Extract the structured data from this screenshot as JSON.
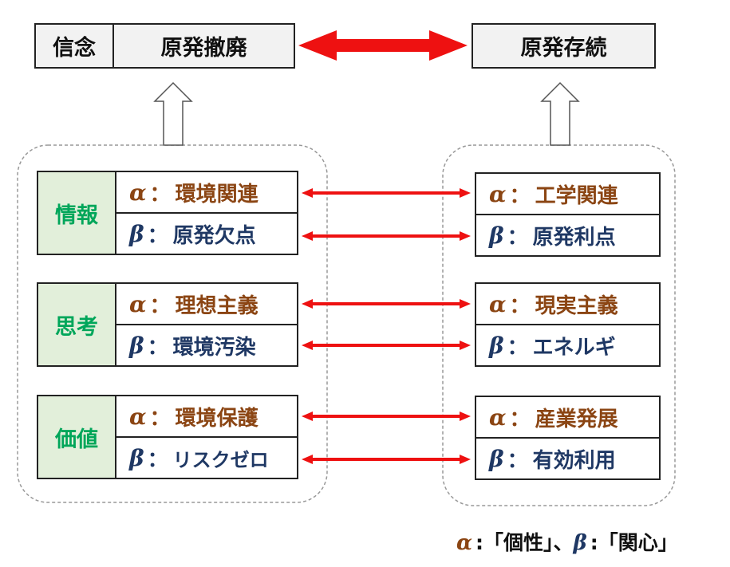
{
  "colors": {
    "alpha": "#8b4513",
    "beta": "#1f3864",
    "category": "#00a65a",
    "category_bg": "#e2efda",
    "arrow": "#ee1111"
  },
  "top": {
    "belief_label": "信念",
    "left_value": "原発撤廃",
    "right_value": "原発存続"
  },
  "symbols": {
    "alpha": "α",
    "beta": "β",
    "colon": "："
  },
  "left_groups": [
    {
      "category": "情報",
      "alpha": "環境関連",
      "beta": "原発欠点"
    },
    {
      "category": "思考",
      "alpha": "理想主義",
      "beta": "環境汚染"
    },
    {
      "category": "価値",
      "alpha": "環境保護",
      "beta": "リスクゼロ"
    }
  ],
  "right_groups": [
    {
      "alpha": "工学関連",
      "beta": "原発利点"
    },
    {
      "alpha": "現実主義",
      "beta": "エネルギ"
    },
    {
      "alpha": "産業発展",
      "beta": "有効利用"
    }
  ],
  "legend": {
    "alpha": "α",
    "alpha_sep": ":",
    "alpha_text": "「個性」、",
    "beta": "β",
    "beta_sep": ":",
    "beta_text": "「関心」"
  }
}
